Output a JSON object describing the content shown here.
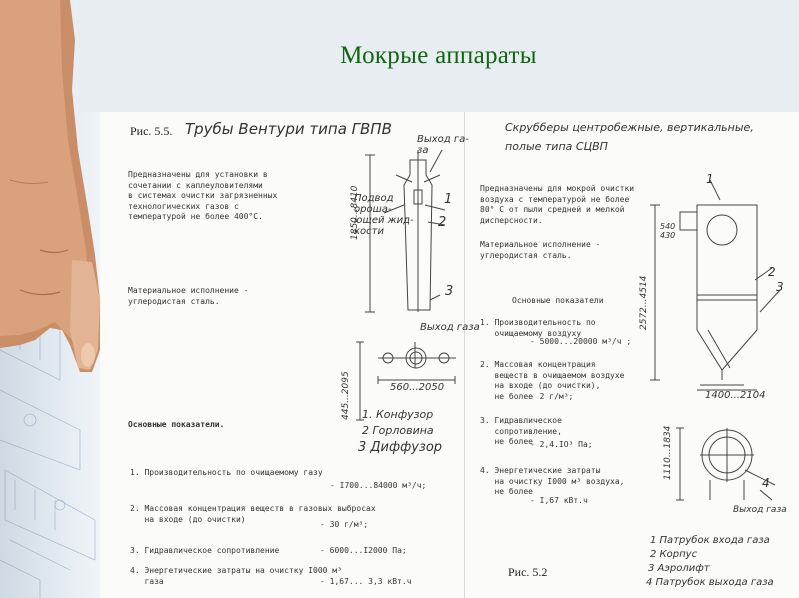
{
  "slide": {
    "title": "Мокрые аппараты",
    "colors": {
      "title": "#116611",
      "ink": "#333333",
      "paper": "#fbfbf9"
    }
  },
  "left_page": {
    "fig_caption_prefix": "Рис. 5.5.",
    "fig_caption_hand": "Трубы Вентури типа ГВПВ",
    "purpose": "Предназначены для установки в\nсочетании с каплеуловителями\nв системах очистки загрязненных\nтехнологических газов с\nтемпературой не более 400°С.",
    "material": "Материальное исполнение -\nуглеродистая сталь.",
    "indicators_heading": "Основные показатели.",
    "label_exhaust": "Выход га-\nза",
    "label_supply": "Подвод\nороша-\nющей жид-\nкости",
    "label_outlet": "Выход газа",
    "dim_height": "1850...8410",
    "dim_bottom_height": "445...2095",
    "dim_width": "560...2050",
    "callouts": [
      "1",
      "2",
      "3"
    ],
    "legend": [
      "1. Конфузор",
      "2 Горловина",
      "3 Диффузор"
    ],
    "spec_items": [
      {
        "text": "1. Производительность по очищаемому газу",
        "value": "- I700...84000 м³/ч;"
      },
      {
        "text": "2. Массовая концентрация веществ в газовых выбросах\n   на входе (до очистки)",
        "value": "- 30 г/м³;"
      },
      {
        "text": "3. Гидравлическое сопротивление",
        "value": "- 6000...I2000 Па;"
      },
      {
        "text": "4. Энергетические затраты на очистку I000 м³\n   газа",
        "value": "- 1,67... 3,3 кВт.ч"
      }
    ]
  },
  "right_page": {
    "heading_hand": "Скрубберы центробежные, вертикальные,\nполые типа СЦВП",
    "purpose": "Предназначены для мокрой очистки\nвоздуха с температурой не более\n80° С от пыли средней и мелкой\nдисперсности.",
    "material": "Материальное исполнение -\nуглеродистая сталь.",
    "indicators_heading": "Основные показатели",
    "spec_items": [
      {
        "text": "1. Производительность по\n   очищаемому воздуху",
        "value": "- 5000...20000 м³/ч ;"
      },
      {
        "text": "2. Массовая концентрация\n   веществ в очищаемом воздухе\n   на входе (до очистки),\n   не более",
        "value": "- 2 г/м³;"
      },
      {
        "text": "3. Гидравлическое\n   сопротивление,\n   не более",
        "value": "- 2,4.IO³ Па;"
      },
      {
        "text": "4. Энергетические затраты\n   на очистку I000 м³ воздуха,\n   не более",
        "value": "- I,67 кВт.ч"
      }
    ],
    "dim_height": "2572...4514",
    "dim_inlet": "540\n430",
    "dim_width": "1400...2104",
    "dim_plan": "1110...1834",
    "label_outlet": "Выход газа",
    "callouts": [
      "1",
      "2",
      "3",
      "4"
    ],
    "legend": [
      "1 Патрубок входа газа",
      "2 Корпус",
      "3 Аэролифт",
      "4 Патрубок выхода газа"
    ],
    "fig_caption": "Рис. 5.2"
  }
}
